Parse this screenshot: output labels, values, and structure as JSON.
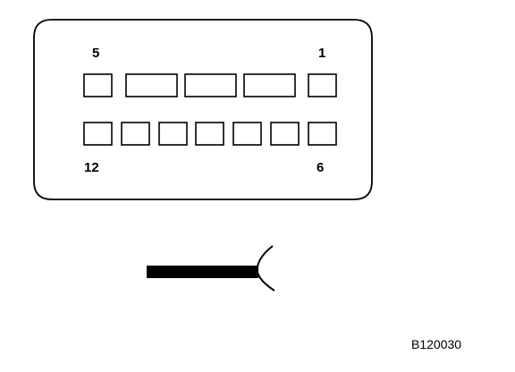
{
  "connector": {
    "pin_labels": {
      "top_left": "5",
      "top_right": "1",
      "bottom_left": "12",
      "bottom_right": "6"
    },
    "rows": [
      {
        "cavities": [
          "small",
          "wide",
          "wide",
          "wide",
          "small"
        ]
      },
      {
        "cavities": [
          "small",
          "small",
          "small",
          "small",
          "small",
          "small",
          "small"
        ]
      }
    ]
  },
  "harness_symbol": "wire-harness-side",
  "reference_code": "B120030",
  "colors": {
    "line": "#000000",
    "background": "#ffffff"
  }
}
